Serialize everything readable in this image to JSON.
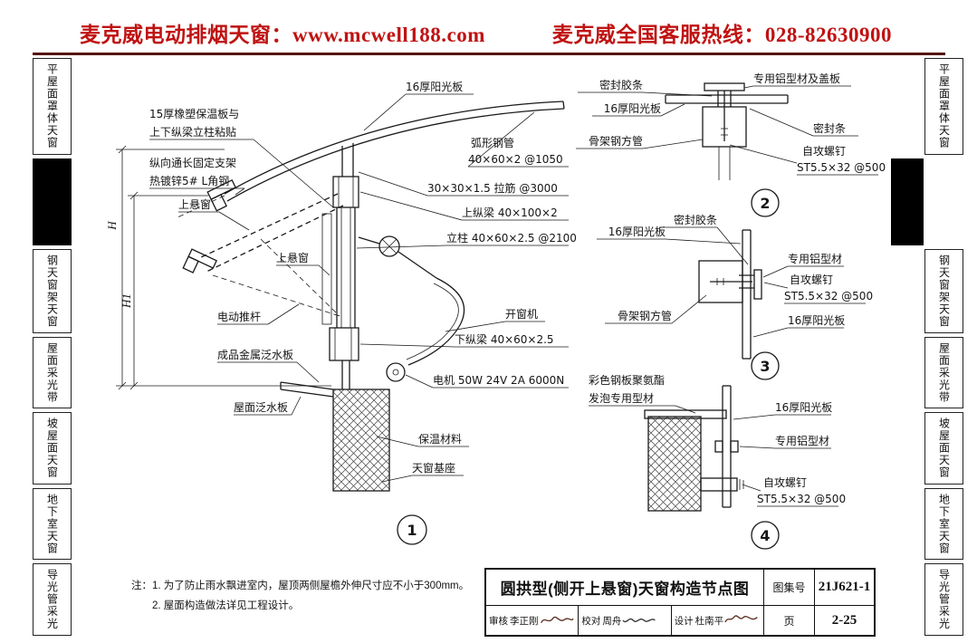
{
  "header": {
    "left": "麦克威电动排烟天窗：www.mcwell188.com",
    "right": "麦克威全国客服热线：028-82630900"
  },
  "sidebar": {
    "items": [
      "平屋面罩体天窗",
      "钢天窗架天窗",
      "屋面采光带",
      "坡屋面天窗",
      "地下室天窗",
      "导光管采光"
    ]
  },
  "d1": {
    "l1a": "15厚橡塑保温板与",
    "l1b": "上下纵梁立柱粘贴",
    "l2a": "纵向通长固定支架",
    "l2b": "热镀锌5# L角钢",
    "l3": "上悬窗",
    "l4": "16厚阳光板",
    "l5a": "弧形钢管",
    "l5b": "40×60×2 @1050",
    "l6": "30×30×1.5 拉筋 @3000",
    "l7": "上纵梁 40×100×2",
    "l8": "立柱 40×60×2.5 @2100",
    "l9": "上悬窗",
    "l10": "电动推杆",
    "l11": "开窗机",
    "l12": "下纵梁 40×60×2.5",
    "l13": "成品金属泛水板",
    "l14": "电机 50W 24V 2A 6000N",
    "l15": "屋面泛水板",
    "l16": "保温材料",
    "l17": "天窗基座",
    "dim_h": "H",
    "dim_h1": "H1",
    "num": "1"
  },
  "d2": {
    "l1": "密封胶条",
    "l2": "专用铝型材及盖板",
    "l3": "16厚阳光板",
    "l4": "密封条",
    "l5": "骨架钢方管",
    "l6a": "自攻螺钉",
    "l6b": "ST5.5×32 @500",
    "num": "2"
  },
  "d3": {
    "l1": "16厚阳光板",
    "l2": "密封胶条",
    "l3": "专用铝型材",
    "l4a": "自攻螺钉",
    "l4b": "ST5.5×32 @500",
    "l5": "骨架钢方管",
    "l6": "16厚阳光板",
    "num": "3"
  },
  "d4": {
    "l1a": "彩色钢板聚氨酯",
    "l1b": "发泡专用型材",
    "l2": "16厚阳光板",
    "l3": "专用铝型材",
    "l4a": "自攻螺钉",
    "l4b": "ST5.5×32 @500",
    "num": "4"
  },
  "notes": {
    "line1": "注：1. 为了防止雨水飘进室内，屋顶两侧屋檐外伸尺寸应不小于300mm。",
    "line2": "2. 屋面构造做法详见工程设计。"
  },
  "titleblock": {
    "title": "圆拱型(侧开上悬窗)天窗构造节点图",
    "atlas_label": "图集号",
    "atlas_no": "21J621-1",
    "page_label": "页",
    "page_no": "2-25",
    "review_label": "审核",
    "reviewer": "李正刚",
    "proof_label": "校对",
    "proofer": "周舟",
    "design_label": "设计",
    "designer": "杜南平"
  }
}
